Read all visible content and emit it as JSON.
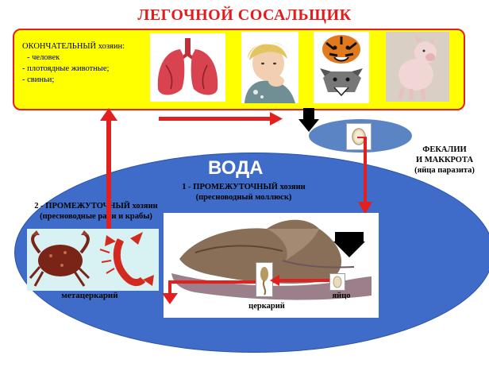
{
  "title": "ЛЕГОЧНОЙ СОСАЛЬЩИК",
  "definitive_host": {
    "heading": "ОКОНЧАТЕЛЬНЫЙ хозяин:",
    "items": [
      "- человек",
      "- плотоядные животные;",
      "- свиньи;"
    ]
  },
  "water_label": "ВОДА",
  "feces": {
    "line1": "ФЕКАЛИИ",
    "line2": "И МАККРОТА",
    "line3": "(яйца паразита)"
  },
  "first_intermediate": {
    "line1": "1 - ПРОМЕЖУТОЧНЫЙ хозяин",
    "line2": "(пресноводный моллюск)"
  },
  "second_intermediate": {
    "line1": "2 - ПРОМЕЖУТОЧНЫЙ хозяин",
    "line2": "(пресноводные раки и крабы)"
  },
  "stages": {
    "metacercaria": "метацеркарий",
    "cercaria": "церкарий",
    "egg": "яйцо"
  },
  "colors": {
    "title": "#e31b1b",
    "host_box": "#ffff00",
    "water": "#3f6cc8",
    "arrow_red": "#e32020",
    "arrow_black": "#000000"
  }
}
